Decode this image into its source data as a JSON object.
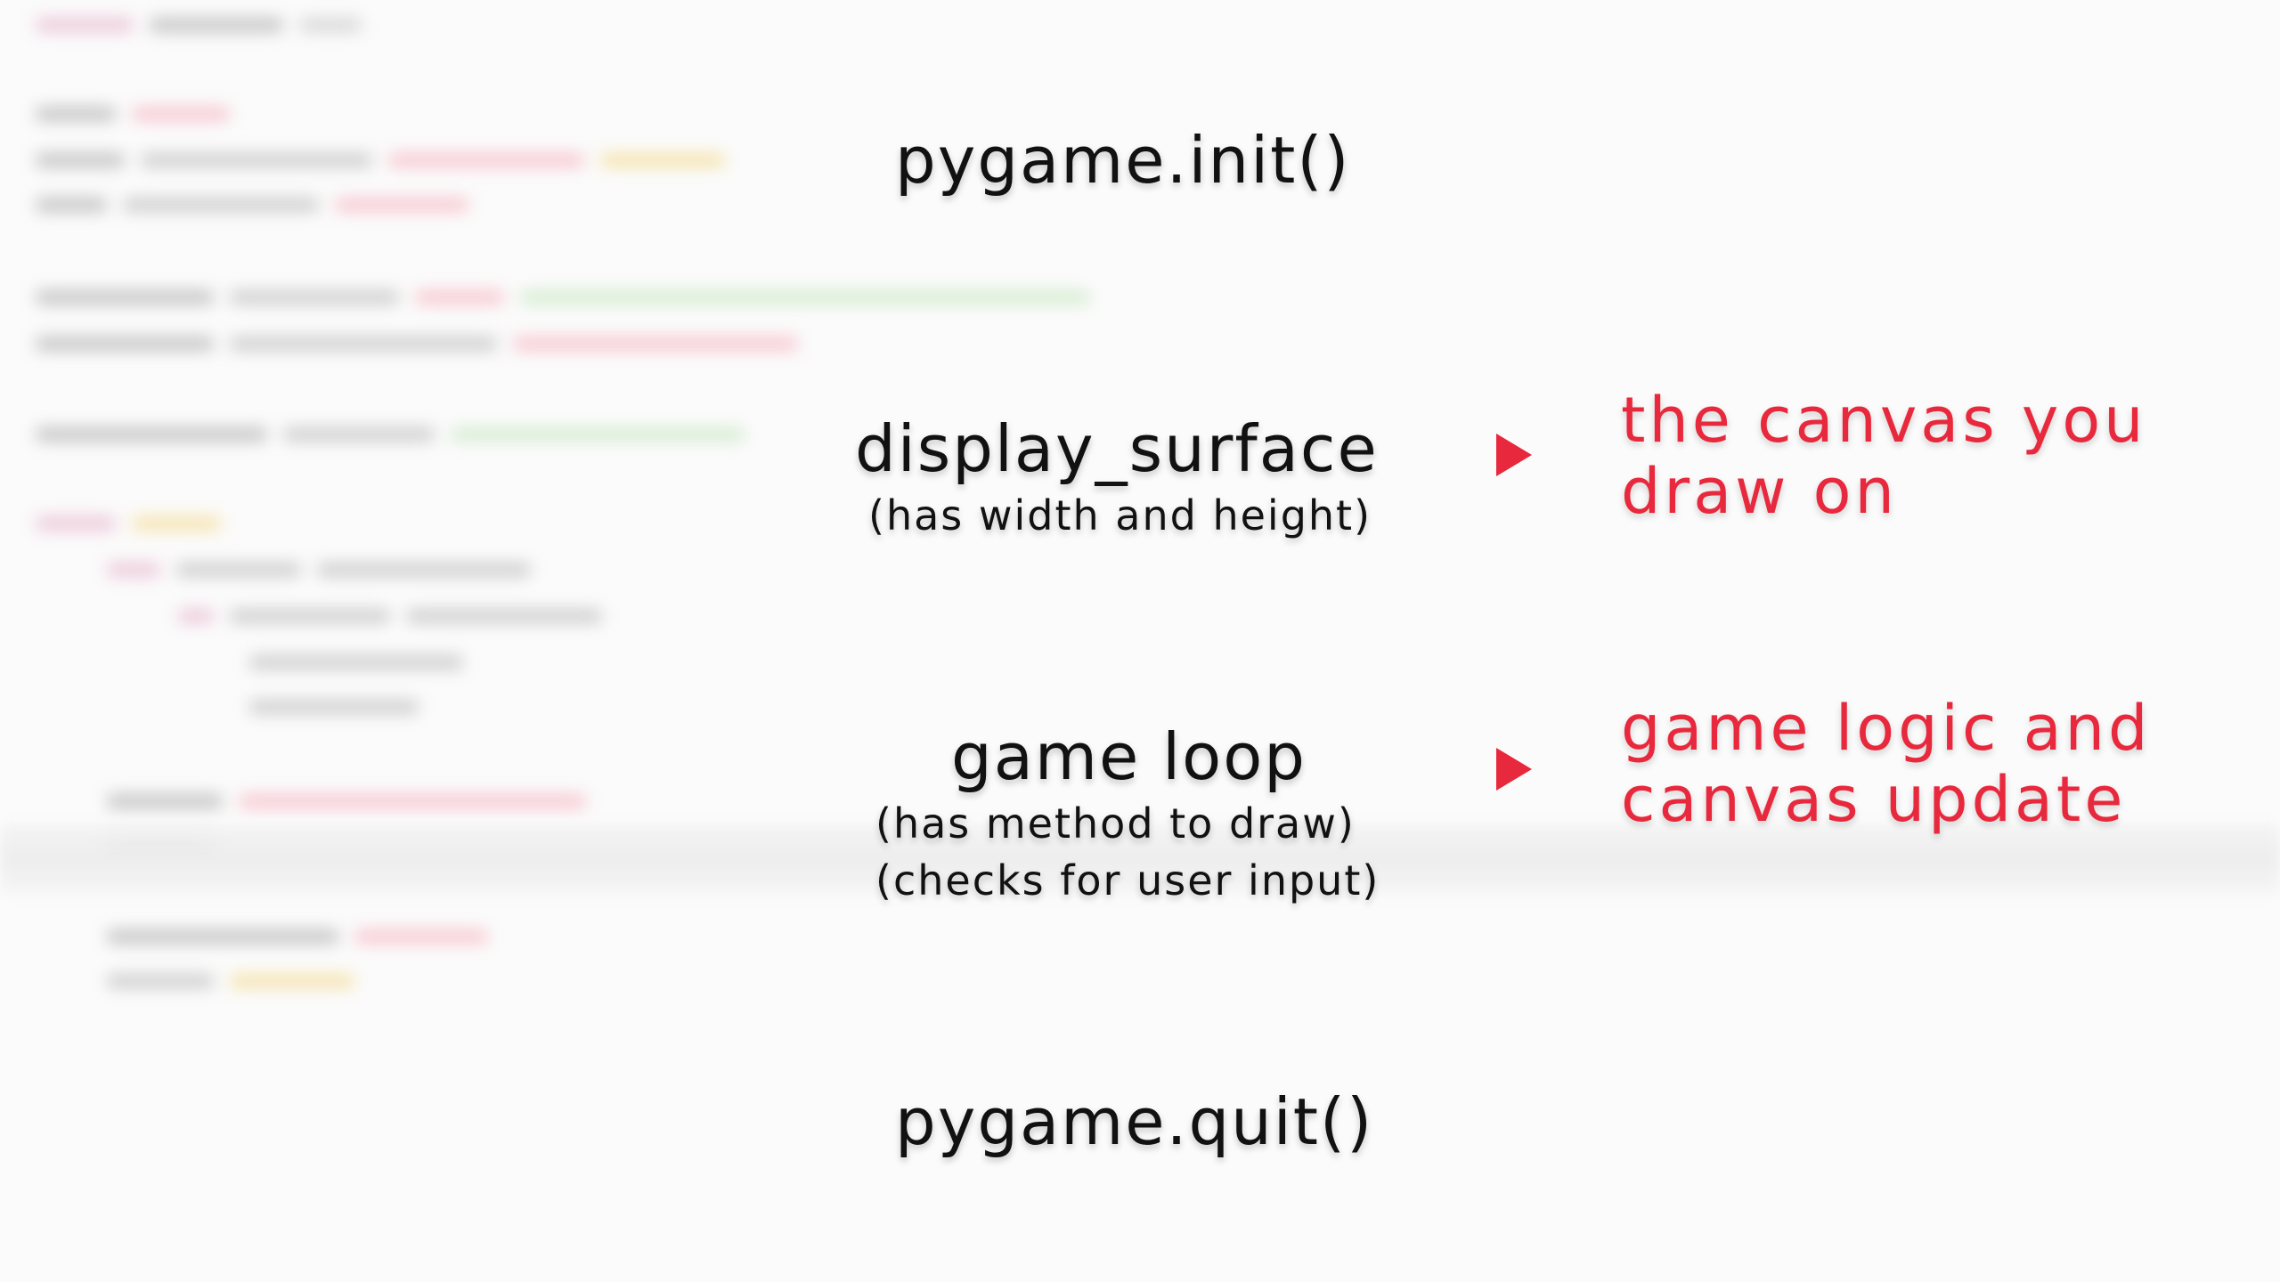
{
  "slide": {
    "init_call": "pygame.init()",
    "display_surface": {
      "title": "display_surface",
      "note": "(has width and height)",
      "arrow_icon": "triangle-right-icon",
      "description_lines": [
        "the canvas you",
        "draw on"
      ]
    },
    "game_loop": {
      "title": "game loop",
      "notes": [
        "(has method to draw)",
        "(checks for user input)"
      ],
      "arrow_icon": "triangle-right-icon",
      "description_lines": [
        "game logic and",
        "canvas update"
      ]
    },
    "quit_call": "pygame.quit()"
  },
  "colors": {
    "accent": "#e8283c",
    "text": "#111111",
    "background": "#fbfbfb"
  }
}
